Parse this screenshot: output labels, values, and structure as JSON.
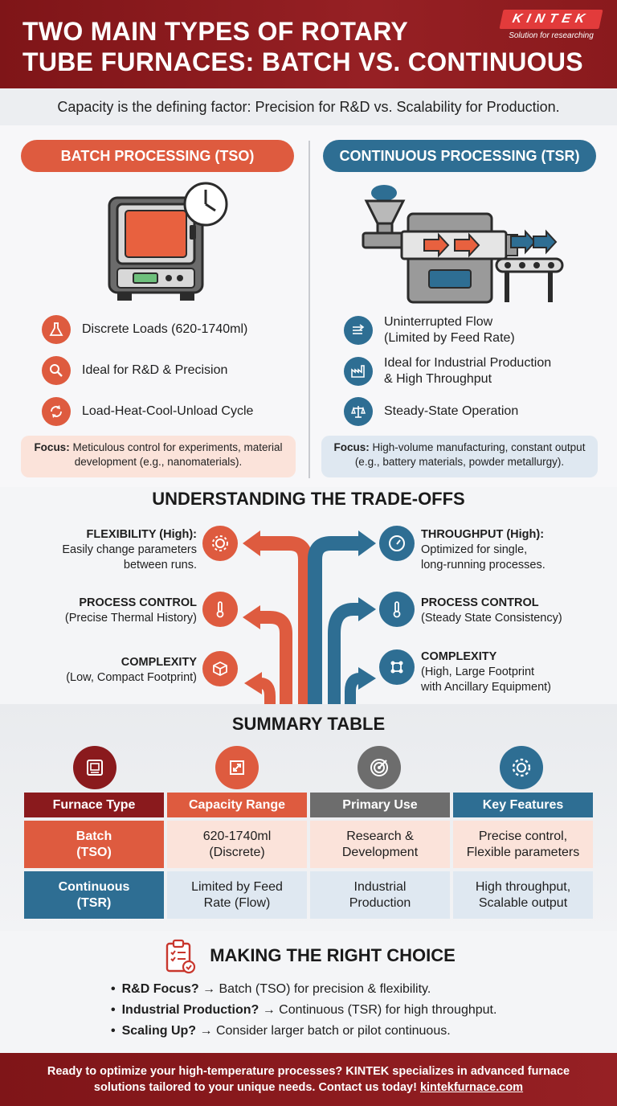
{
  "header": {
    "title_line1": "TWO MAIN TYPES OF ROTARY",
    "title_line2": "TUBE FURNACES: BATCH VS. CONTINUOUS",
    "logo": "KINTEK",
    "logo_tagline": "Solution for researching"
  },
  "subtitle": "Capacity is the defining factor: Precision for R&D vs. Scalability for Production.",
  "batch": {
    "label": "BATCH PROCESSING (TSO)",
    "features": [
      {
        "icon": "flask-icon",
        "text": "Discrete Loads (620-1740ml)"
      },
      {
        "icon": "magnifier-icon",
        "text": "Ideal for R&D & Precision"
      },
      {
        "icon": "cycle-arrows-icon",
        "text": "Load-Heat-Cool-Unload Cycle"
      }
    ],
    "focus_label": "Focus:",
    "focus_text": " Meticulous control for experiments, material development (e.g., nanomaterials)."
  },
  "continuous": {
    "label": "CONTINUOUS PROCESSING (TSR)",
    "features": [
      {
        "icon": "flow-arrows-icon",
        "line1": "Uninterrupted Flow",
        "line2": "(Limited by Feed Rate)"
      },
      {
        "icon": "factory-icon",
        "line1": "Ideal for Industrial Production",
        "line2": "& High Throughput"
      },
      {
        "icon": "balance-scale-icon",
        "line1": "Steady-State Operation",
        "line2": ""
      }
    ],
    "focus_label": "Focus:",
    "focus_text": " High-volume manufacturing, constant output (e.g., battery materials, powder metallurgy)."
  },
  "tradeoffs": {
    "title": "UNDERSTANDING THE TRADE-OFFS",
    "left": [
      {
        "head": "FLEXIBILITY (High):",
        "l2": "Easily change parameters",
        "l3": "between runs."
      },
      {
        "head": "PROCESS CONTROL",
        "l2": "(Precise Thermal History)",
        "l3": ""
      },
      {
        "head": "COMPLEXITY",
        "l2": "(Low, Compact Footprint)",
        "l3": ""
      }
    ],
    "right": [
      {
        "head": "THROUGHPUT (High):",
        "l2": "Optimized for single,",
        "l3": "long-running processes."
      },
      {
        "head": "PROCESS CONTROL",
        "l2": "(Steady State Consistency)",
        "l3": ""
      },
      {
        "head": "COMPLEXITY",
        "l2": "(High, Large Footprint",
        "l3": "with Ancillary Equipment)"
      }
    ]
  },
  "summary": {
    "title": "SUMMARY TABLE",
    "headers": [
      "Furnace Type",
      "Capacity Range",
      "Primary Use",
      "Key Features"
    ],
    "rows": [
      {
        "c1a": "Batch",
        "c1b": "(TSO)",
        "c2a": "620-1740ml",
        "c2b": "(Discrete)",
        "c3a": "Research &",
        "c3b": "Development",
        "c4a": "Precise control,",
        "c4b": "Flexible parameters"
      },
      {
        "c1a": "Continuous",
        "c1b": "(TSR)",
        "c2a": "Limited by Feed",
        "c2b": "Rate (Flow)",
        "c3a": "Industrial",
        "c3b": "Production",
        "c4a": "High throughput,",
        "c4b": "Scalable output"
      }
    ]
  },
  "choice": {
    "title": "MAKING THE RIGHT CHOICE",
    "items": [
      {
        "bold": "R&D Focus?",
        "rest": " → Batch (TSO) for precision & flexibility."
      },
      {
        "bold": "Industrial Production?",
        "rest": " → Continuous (TSR) for high throughput."
      },
      {
        "bold": "Scaling Up?",
        "rest": " → Consider larger batch or pilot continuous."
      }
    ]
  },
  "footer": {
    "text": "Ready to optimize your high-temperature processes? KINTEK specializes in advanced furnace solutions tailored to your unique needs. Contact us today! ",
    "link": "kintekfurnace.com"
  },
  "colors": {
    "brand_red": "#8a1a1d",
    "batch_orange": "#de5b3f",
    "continuous_blue": "#2e6e93",
    "gray": "#6d6d6d"
  }
}
